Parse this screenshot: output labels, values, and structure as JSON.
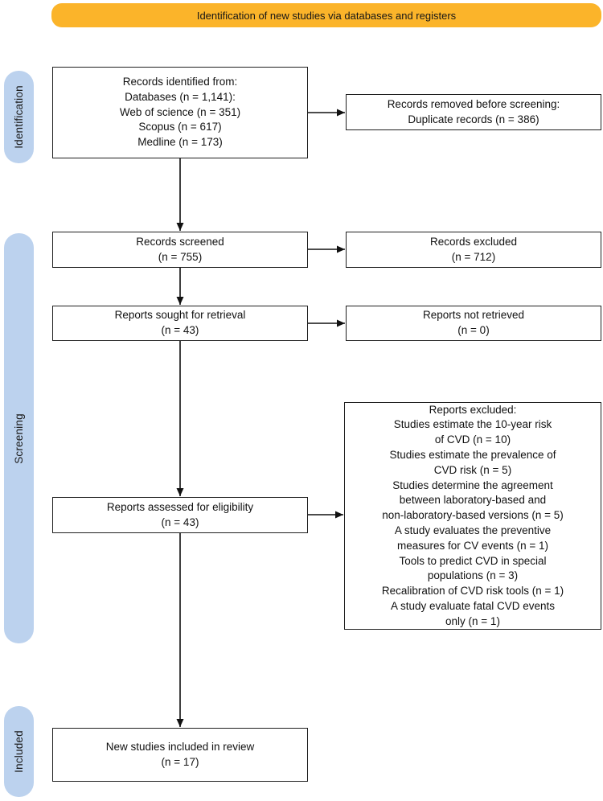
{
  "banner": {
    "label": "Identification of new studies via databases and registers"
  },
  "colors": {
    "banner_bg": "#FBB42A",
    "stage_bg": "#BCD2EE",
    "box_border": "#1F1F1F",
    "arrow": "#111111"
  },
  "stages": [
    {
      "label": "Identification"
    },
    {
      "label": "Screening"
    },
    {
      "label": "Included"
    }
  ],
  "boxes": {
    "records_identified": {
      "lines": [
        "Records identified from:",
        "Databases (n = 1,141):",
        "Web of science (n = 351)",
        "Scopus (n = 617)",
        "Medline (n = 173)"
      ]
    },
    "records_removed": {
      "lines": [
        "Records removed before screening:",
        "Duplicate records (n = 386)"
      ]
    },
    "records_screened": {
      "lines": [
        "Records screened",
        "(n = 755)"
      ]
    },
    "records_excluded": {
      "lines": [
        "Records excluded",
        "(n = 712)"
      ]
    },
    "reports_sought": {
      "lines": [
        "Reports sought for retrieval",
        "(n = 43)"
      ]
    },
    "reports_not_retrieved": {
      "lines": [
        "Reports not retrieved",
        "(n = 0)"
      ]
    },
    "reports_assessed": {
      "lines": [
        "Reports assessed for eligibility",
        "(n = 43)"
      ]
    },
    "reports_excluded_reasons": {
      "lines": [
        "Reports excluded:",
        "Studies estimate the 10-year risk",
        "of CVD (n = 10)",
        "Studies estimate the prevalence of",
        "CVD risk (n = 5)",
        "Studies determine the agreement",
        "between laboratory-based and",
        "non-laboratory-based versions (n = 5)",
        "A study evaluates the preventive",
        "measures for CV events (n = 1)",
        "Tools to predict CVD in special",
        "populations (n = 3)",
        "Recalibration of CVD risk tools (n = 1)",
        "A study evaluate fatal CVD events",
        "only (n = 1)"
      ]
    },
    "new_studies_included": {
      "lines": [
        "New studies included in review",
        "(n = 17)"
      ]
    }
  }
}
